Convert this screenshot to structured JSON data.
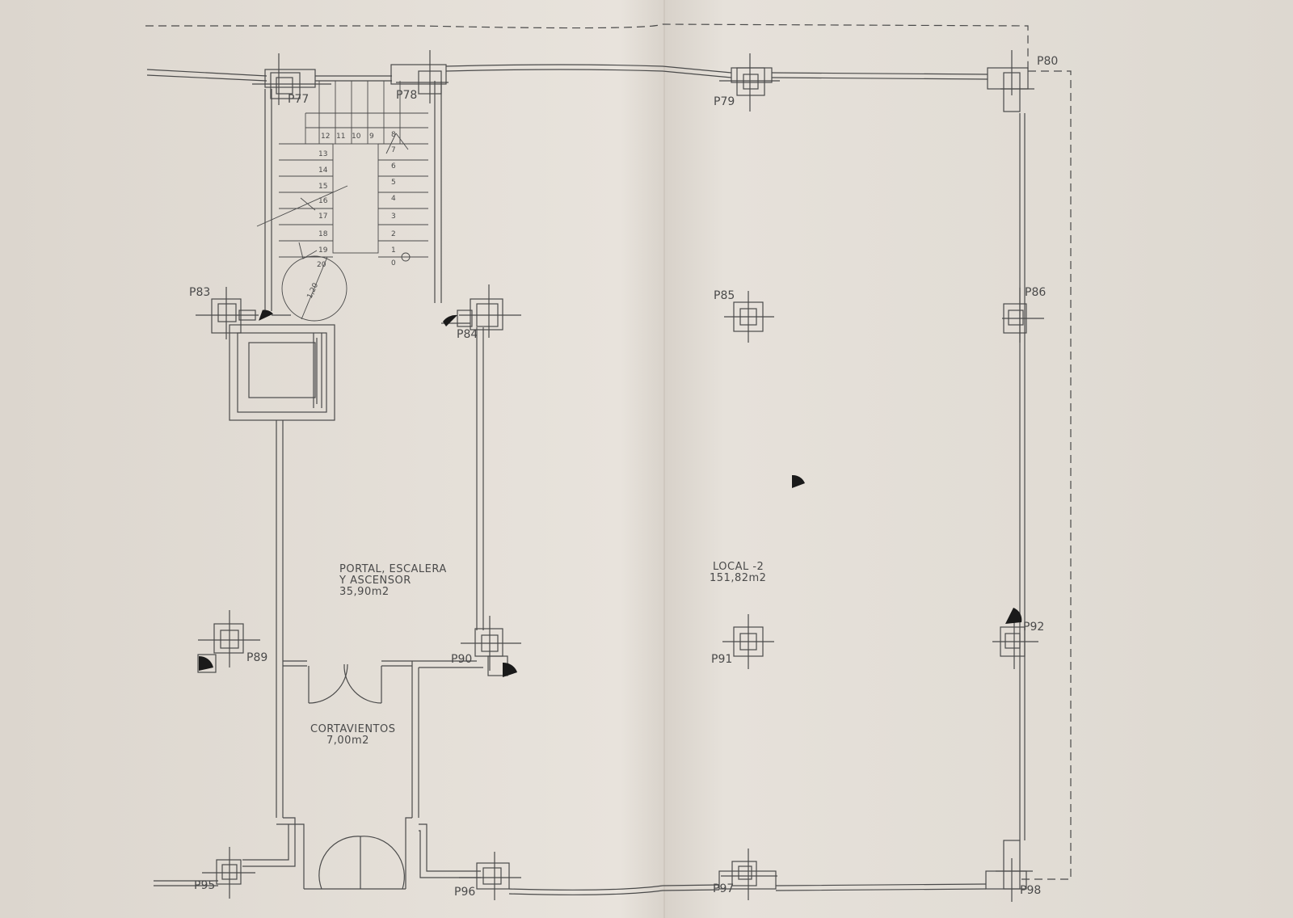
{
  "plan": {
    "pillars": {
      "p77": "P77",
      "p78": "P78",
      "p79": "P79",
      "p80": "P80",
      "p83": "P83",
      "p84": "P84",
      "p85": "P85",
      "p86": "P86",
      "p89": "P89",
      "p90": "P90",
      "p91": "P91",
      "p92": "P92",
      "p95": "P95",
      "p96": "P96",
      "p97": "P97",
      "p98": "P98"
    },
    "rooms": {
      "portal": {
        "line1": "PORTAL, ESCALERA",
        "line2": "Y ASCENSOR",
        "area": "35,90m2"
      },
      "cortavientos": {
        "line1": "CORTAVIENTOS",
        "area": "7,00m2"
      },
      "local": {
        "line1": "LOCAL -2",
        "area": "151,82m2"
      }
    },
    "stairs": {
      "left_steps": [
        "12",
        "11",
        "10",
        "9",
        "13",
        "14",
        "15",
        "16",
        "17",
        "18",
        "19",
        "20"
      ],
      "right_steps": [
        "8",
        "7",
        "6",
        "5",
        "4",
        "3",
        "2",
        "1",
        "0"
      ],
      "turn_diameter": "1,20"
    },
    "colors": {
      "paper": "#e6e1da",
      "ink": "#4a4a4a",
      "fill_dark": "#1a1a1a"
    }
  }
}
